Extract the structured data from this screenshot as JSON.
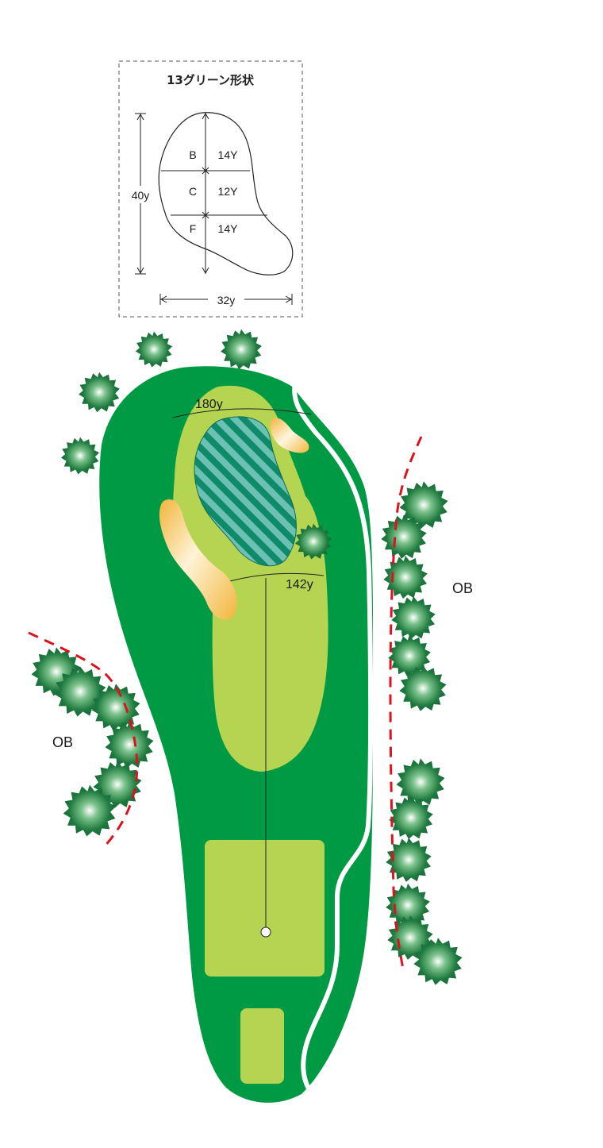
{
  "inset": {
    "title": "13グリーン形状",
    "zones": [
      {
        "letter": "B",
        "depth": "14Y"
      },
      {
        "letter": "C",
        "depth": "12Y"
      },
      {
        "letter": "F",
        "depth": "14Y"
      }
    ],
    "length": "40y",
    "width": "32y"
  },
  "yardages": {
    "front_arc": "180y",
    "mid_arc": "142y"
  },
  "ob": {
    "right": "OB",
    "left": "OB"
  },
  "colors": {
    "rough": "#009944",
    "fairway": "#b5d552",
    "green_stripe_a": "#6cc1b4",
    "green_stripe_b": "#0f8a6a",
    "bunker": "#f2b53c",
    "tree": "#1e7a3e",
    "ob_line": "#d9141e"
  }
}
